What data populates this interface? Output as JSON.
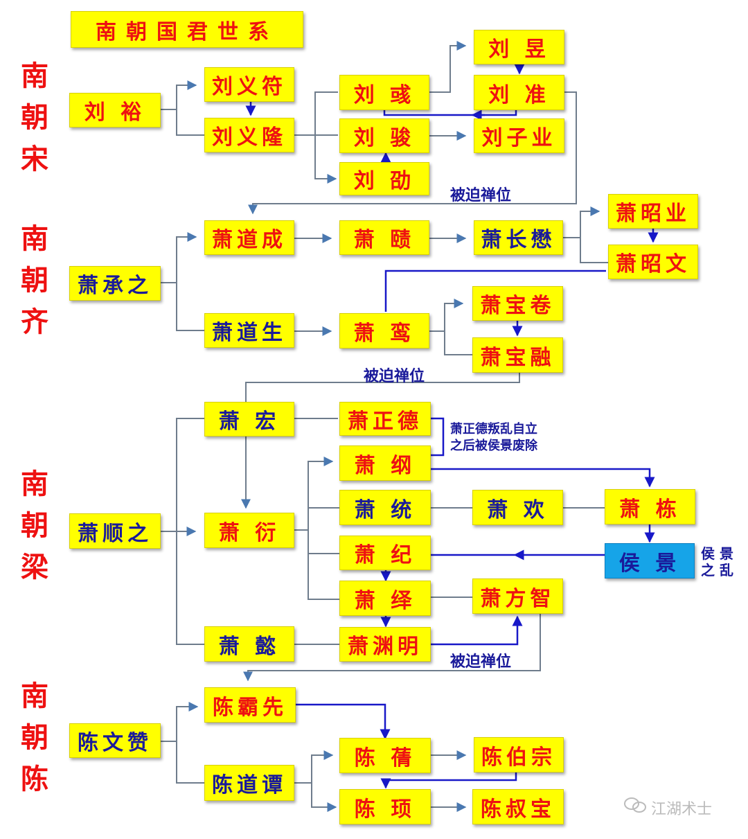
{
  "title": "南朝国君世系",
  "dynasties": {
    "song": "南朝宋",
    "qi": "南朝齐",
    "liang": "南朝梁",
    "chen": "南朝陈"
  },
  "rulers": {
    "liu_yu": "刘 裕",
    "liu_yifu": "刘义符",
    "liu_yilong": "刘义隆",
    "liu_yu2": "刘 彧",
    "liu_jun": "刘 骏",
    "liu_shao": "刘 劭",
    "liu_yu3": "刘 昱",
    "liu_zhun": "刘 准",
    "liu_ziye": "刘子业",
    "xiao_chengzhi": "萧承之",
    "xiao_daocheng": "萧道成",
    "xiao_ze": "萧 赜",
    "xiao_changmao": "萧长懋",
    "xiao_zhaoye": "萧昭业",
    "xiao_zhaowen": "萧昭文",
    "xiao_daosheng": "萧道生",
    "xiao_luan": "萧 鸾",
    "xiao_baojuan": "萧宝卷",
    "xiao_baorong": "萧宝融",
    "xiao_hong": "萧 宏",
    "xiao_zhengde": "萧正德",
    "xiao_shunzhi": "萧顺之",
    "xiao_yan": "萧 衍",
    "xiao_gang": "萧 纲",
    "xiao_tong": "萧 统",
    "xiao_huan": "萧 欢",
    "xiao_dong": "萧 栋",
    "xiao_ji": "萧 纪",
    "hou_jing": "侯 景",
    "xiao_yi": "萧 绎",
    "xiao_fangzhi": "萧方智",
    "xiao_yi2": "萧 懿",
    "xiao_yuanming": "萧渊明",
    "chen_wenzan": "陈文赞",
    "chen_baxian": "陈霸先",
    "chen_daotan": "陈道谭",
    "chen_qian": "陈 蒨",
    "chen_bozong": "陈伯宗",
    "chen_xu": "陈 顼",
    "chen_shubao": "陈叔宝"
  },
  "notes": {
    "abdication_1": "被迫禅位",
    "abdication_2": "被迫禅位",
    "abdication_3": "被迫禅位",
    "zhengde_line1": "萧正德叛乱自立",
    "zhengde_line2": "之后被侯景废除",
    "houjing_line1": "侯 景",
    "houjing_line2": "之 乱"
  },
  "watermark": "江湖术士",
  "colors": {
    "box_fill": "#ffff00",
    "emperor_text": "#ee1111",
    "non_emperor_text": "#1a1a9a",
    "dynasty_text": "#ee1111",
    "hou_jing_fill": "#16a4e8",
    "connector_gray": "#6e7c8c",
    "succession_blue": "#1818c8"
  }
}
